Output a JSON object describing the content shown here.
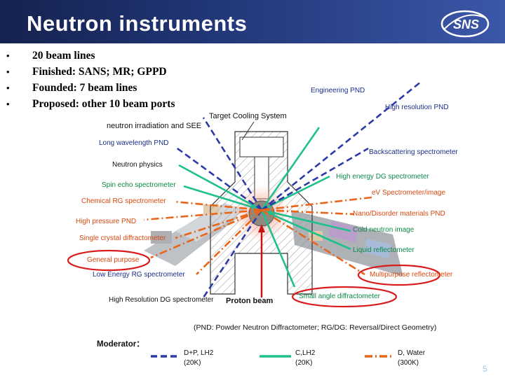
{
  "title": "Neutron instruments",
  "logo_text": "SNS",
  "bullets": [
    "20 beam lines",
    "Finished: SANS; MR; GPPD",
    "Founded: 7 beam lines",
    "Proposed: other 10 beam ports"
  ],
  "labels": {
    "target_cooling": "Target Cooling System",
    "neutron_irradiation": "neutron irradiation and SEE",
    "engineering_pnd": "Engineering PND",
    "high_resolution_pnd": "High  resolution PND",
    "long_wavelength_pnd": "Long wavelength PND",
    "backscattering": "Backscattering spectrometer",
    "neutron_physics": "Neutron physics",
    "high_energy_dg": "High energy DG spectrometer",
    "spin_echo": "Spin echo spectrometer",
    "ev_spectrometer": "eV Spectrometer/image",
    "chemical_rg": "Chemical RG spectrometer",
    "nano_disorder": "Nano/Disorder materials PND",
    "high_pressure": "High pressure PND",
    "cold_neutron": "Cold neutron image",
    "single_crystal": "Single crystal diffractometer",
    "liquid_reflectometer": "Liquid reflectometer",
    "general_purpose": "General purpose",
    "low_energy_rg": "Low Energy  RG spectrometer",
    "multipurpose_reflectometer": "Multipurpose reflectometer",
    "high_resolution_dg": "High Resolution DG spectrometer",
    "proton_beam": "Proton beam",
    "small_angle": "Small angle diffractometer"
  },
  "note": "(PND: Powder Neutron Diffractometer; RG/DG: Reversal/Direct Geometry)",
  "legend": {
    "title": "Moderator：",
    "items": [
      {
        "line1": "D+P, LH2",
        "line2": "(20K)",
        "color": "#2b3aa6",
        "style": "dashed"
      },
      {
        "line1": "C,LH2",
        "line2": "(20K)",
        "color": "#1fc08e",
        "style": "solid"
      },
      {
        "line1": "D, Water",
        "line2": "(300K)",
        "color": "#e8651a",
        "style": "dashdot"
      }
    ]
  },
  "colors": {
    "header": "#1c2d66",
    "dp_lh2": "#2b3aa6",
    "c_lh2": "#1fc08e",
    "d_water": "#e8651a",
    "proton": "#cc1111",
    "highlight": "#d91c1c"
  },
  "page_number": "5"
}
